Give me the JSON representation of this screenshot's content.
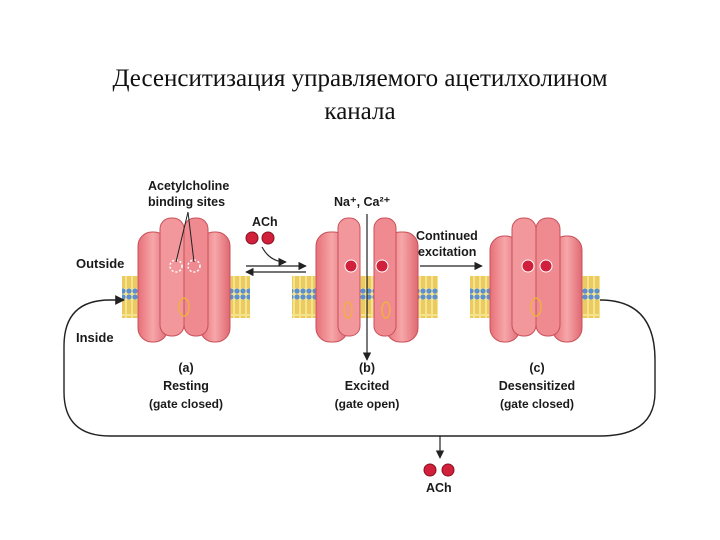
{
  "title": {
    "line1": "Десенситизация управляемого ацетилхолином",
    "line2": "канала"
  },
  "labels": {
    "binding_sites_1": "Acetylcholine",
    "binding_sites_2": "binding sites",
    "ach_top": "ACh",
    "ions": "Na⁺, Ca²⁺",
    "continued_1": "Continued",
    "continued_2": "excitation",
    "outside": "Outside",
    "inside": "Inside",
    "ach_bottom": "ACh"
  },
  "states": [
    {
      "letter": "(a)",
      "name": "Resting",
      "gate": "(gate closed)"
    },
    {
      "letter": "(b)",
      "name": "Excited",
      "gate": "(gate open)"
    },
    {
      "letter": "(c)",
      "name": "Desensitized",
      "gate": "(gate closed)"
    }
  ],
  "colors": {
    "channel": "#f0898d",
    "channel_dark": "#d95a63",
    "channel_light": "#f7b3b3",
    "lipid_head": "#5b8fd0",
    "lipid_tail": "#f2d36a",
    "ach": "#d0203c",
    "line": "#222222"
  }
}
